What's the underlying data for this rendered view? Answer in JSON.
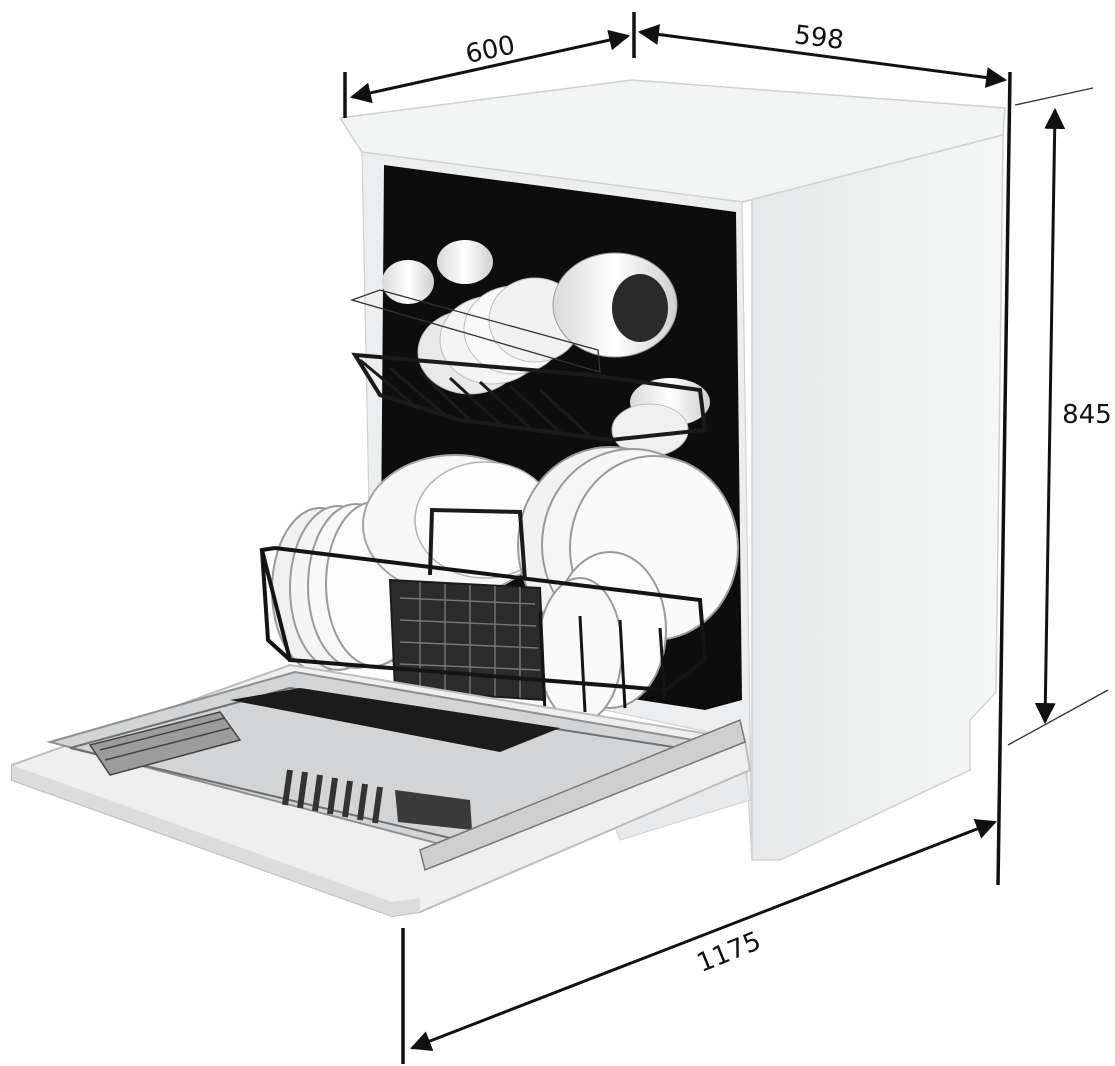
{
  "dimensions": {
    "depth_closed": "600",
    "width": "598",
    "height": "845",
    "depth_open": "1175"
  },
  "colors": {
    "cabinet": "#f1f2f2",
    "cabinet_shade": "#e3e5e6",
    "interior": "#0c0c0c",
    "rack": "#1a1a1a",
    "dish": "#f4f4f4",
    "line": "#111111"
  }
}
